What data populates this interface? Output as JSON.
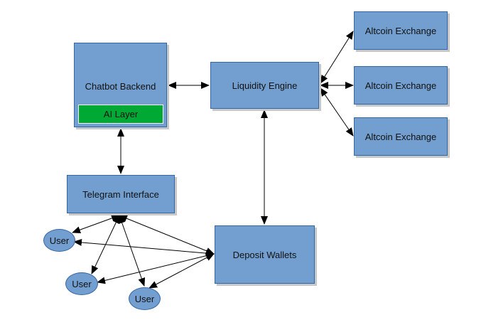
{
  "nodes": {
    "chatbot_backend": "Chatbot Backend",
    "ai_layer": "AI Layer",
    "liquidity_engine": "Liquidity Engine",
    "altcoin_exchange_1": "Altcoin Exchange",
    "altcoin_exchange_2": "Altcoin Exchange",
    "altcoin_exchange_3": "Altcoin Exchange",
    "telegram_interface": "Telegram Interface",
    "deposit_wallets": "Deposit Wallets",
    "user_1": "User",
    "user_2": "User",
    "user_3": "User"
  },
  "edges": [
    {
      "from": "chatbot_backend",
      "to": "liquidity_engine",
      "direction": "both"
    },
    {
      "from": "liquidity_engine",
      "to": "altcoin_exchange_1",
      "direction": "both"
    },
    {
      "from": "liquidity_engine",
      "to": "altcoin_exchange_2",
      "direction": "both"
    },
    {
      "from": "liquidity_engine",
      "to": "altcoin_exchange_3",
      "direction": "both"
    },
    {
      "from": "chatbot_backend",
      "to": "telegram_interface",
      "direction": "both"
    },
    {
      "from": "liquidity_engine",
      "to": "deposit_wallets",
      "direction": "both"
    },
    {
      "from": "telegram_interface",
      "to": "user_1",
      "direction": "both"
    },
    {
      "from": "telegram_interface",
      "to": "user_2",
      "direction": "both"
    },
    {
      "from": "telegram_interface",
      "to": "user_3",
      "direction": "both"
    },
    {
      "from": "telegram_interface",
      "to": "deposit_wallets",
      "direction": "both"
    },
    {
      "from": "user_1",
      "to": "deposit_wallets",
      "direction": "both"
    },
    {
      "from": "user_2",
      "to": "deposit_wallets",
      "direction": "both"
    },
    {
      "from": "user_3",
      "to": "deposit_wallets",
      "direction": "both"
    }
  ],
  "colors": {
    "node_fill": "#729fcf",
    "node_border": "#3465a4",
    "ai_layer_fill": "#00a933",
    "edge": "#000000"
  }
}
